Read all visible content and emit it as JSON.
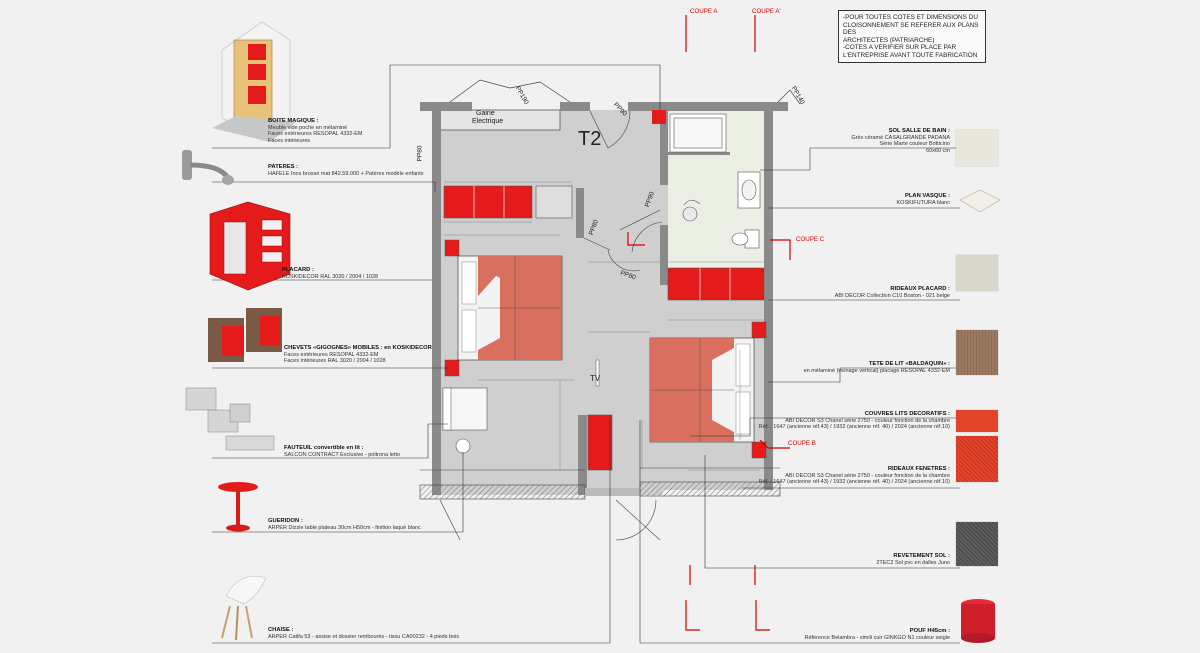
{
  "note": {
    "lines": [
      "-POUR TOUTES COTES ET DIMENSIONS DU",
      "CLOISONNEMENT SE REFERER AUX PLANS DES",
      "ARCHITECTES (PATRIARCHE)",
      "-COTES A VERIFIER SUR PLACE PAR",
      "L'ENTREPRISE AVANT TOUTE FABRICATION"
    ]
  },
  "plan": {
    "room_name": "T2",
    "gaine": "Gaine",
    "electrique": "Electrique",
    "tv": "TV",
    "doors": [
      "PP80",
      "PP90",
      "PP190",
      "PP90",
      "PP140",
      "PP80",
      "PP80"
    ]
  },
  "section_labels": {
    "coupe_a": "COUPE A",
    "coupe_a2": "COUPE A'",
    "coupe_b": "COUPE B",
    "coupe_c": "COUPE C"
  },
  "left_items": [
    {
      "title": "BOITE MAGIQUE :",
      "lines": [
        "Meuble vide poche en mélaminé",
        "Faces extérieures RESOPAL 4332-EM",
        "Faces intérieures"
      ]
    },
    {
      "title": "PATERES :",
      "lines": [
        "HAFELE Inox brossé mat 842.59.000 + Patères modèle enfants"
      ]
    },
    {
      "title": "PLACARD :",
      "lines": [
        "KOSKIDECOR RAL 3020 / 2004 / 1028"
      ]
    },
    {
      "title": "CHEVETS «GIGOGNES» MOBILES : en KOSKIDECOR",
      "lines": [
        "Faces extérieures RESOPAL 4332-EM",
        "Faces intérieures RAL 3020 / 2004 / 1028"
      ]
    },
    {
      "title": "FAUTEUIL convertible en lit :",
      "lines": [
        "SALCON CONTRACT Exclusive - poltrona letto"
      ]
    },
    {
      "title": "GUERIDON :",
      "lines": [
        "ARPER Dizzie table plateau 30cm H50cm - finition laqué blanc"
      ]
    },
    {
      "title": "CHAISE :",
      "lines": [
        "ARPER Catifa 53 - assise et dossier rembourés - tissu CA00232 - 4 pieds bois"
      ]
    }
  ],
  "right_items": [
    {
      "title": "SOL SALLE DE BAIN :",
      "lines": [
        "Grès céramé CASALGRANDE PADANA",
        "Série Marte couleur Botticino",
        "60x60 cm"
      ]
    },
    {
      "title": "PLAN VASQUE :",
      "lines": [
        "KOSKIFUTURA blanc"
      ]
    },
    {
      "title": "RIDEAUX PLACARD :",
      "lines": [
        "ABI DECOR Collection C10 Boston - 021 beige"
      ]
    },
    {
      "title": "TETE DE LIT «BALDAQUIN» :",
      "lines": [
        "en mélaminé (veinage vertical) placage  RESOPAL 4332-EM"
      ]
    },
    {
      "title": "COUVRES LITS DECORATIFS :",
      "lines": [
        "ABI DECOR S3 Chanel série 2750 - couleur fonction de la chambre",
        "Réf. : 1647 (ancienne réf.43) / 1932 (ancienne réf. 40) / 2024 (ancienne réf.10)"
      ]
    },
    {
      "title": "RIDEAUX FENETRES :",
      "lines": [
        "ABI DECOR S3 Chanel série 2750 - couleur fonction de la chambre",
        "Réf. : 1647 (ancienne réf.43) / 1932 (ancienne réf. 40) / 2024 (ancienne réf.10)"
      ]
    },
    {
      "title": "REVETEMENT SOL :",
      "lines": [
        "2TEC2 Sol pvc en dalles Juno"
      ]
    },
    {
      "title": "POUF H45cm :",
      "lines": [
        "Référence Belambra - simili cuir GINKGO N1 couleur seigle"
      ]
    }
  ],
  "colors": {
    "red": "#e51a1a",
    "bedspread": "#d9705f",
    "wall": "#8a8a8a",
    "floor": "#cfcfcf",
    "bath_floor": "#ebeee3",
    "note_red": "#d40000"
  }
}
